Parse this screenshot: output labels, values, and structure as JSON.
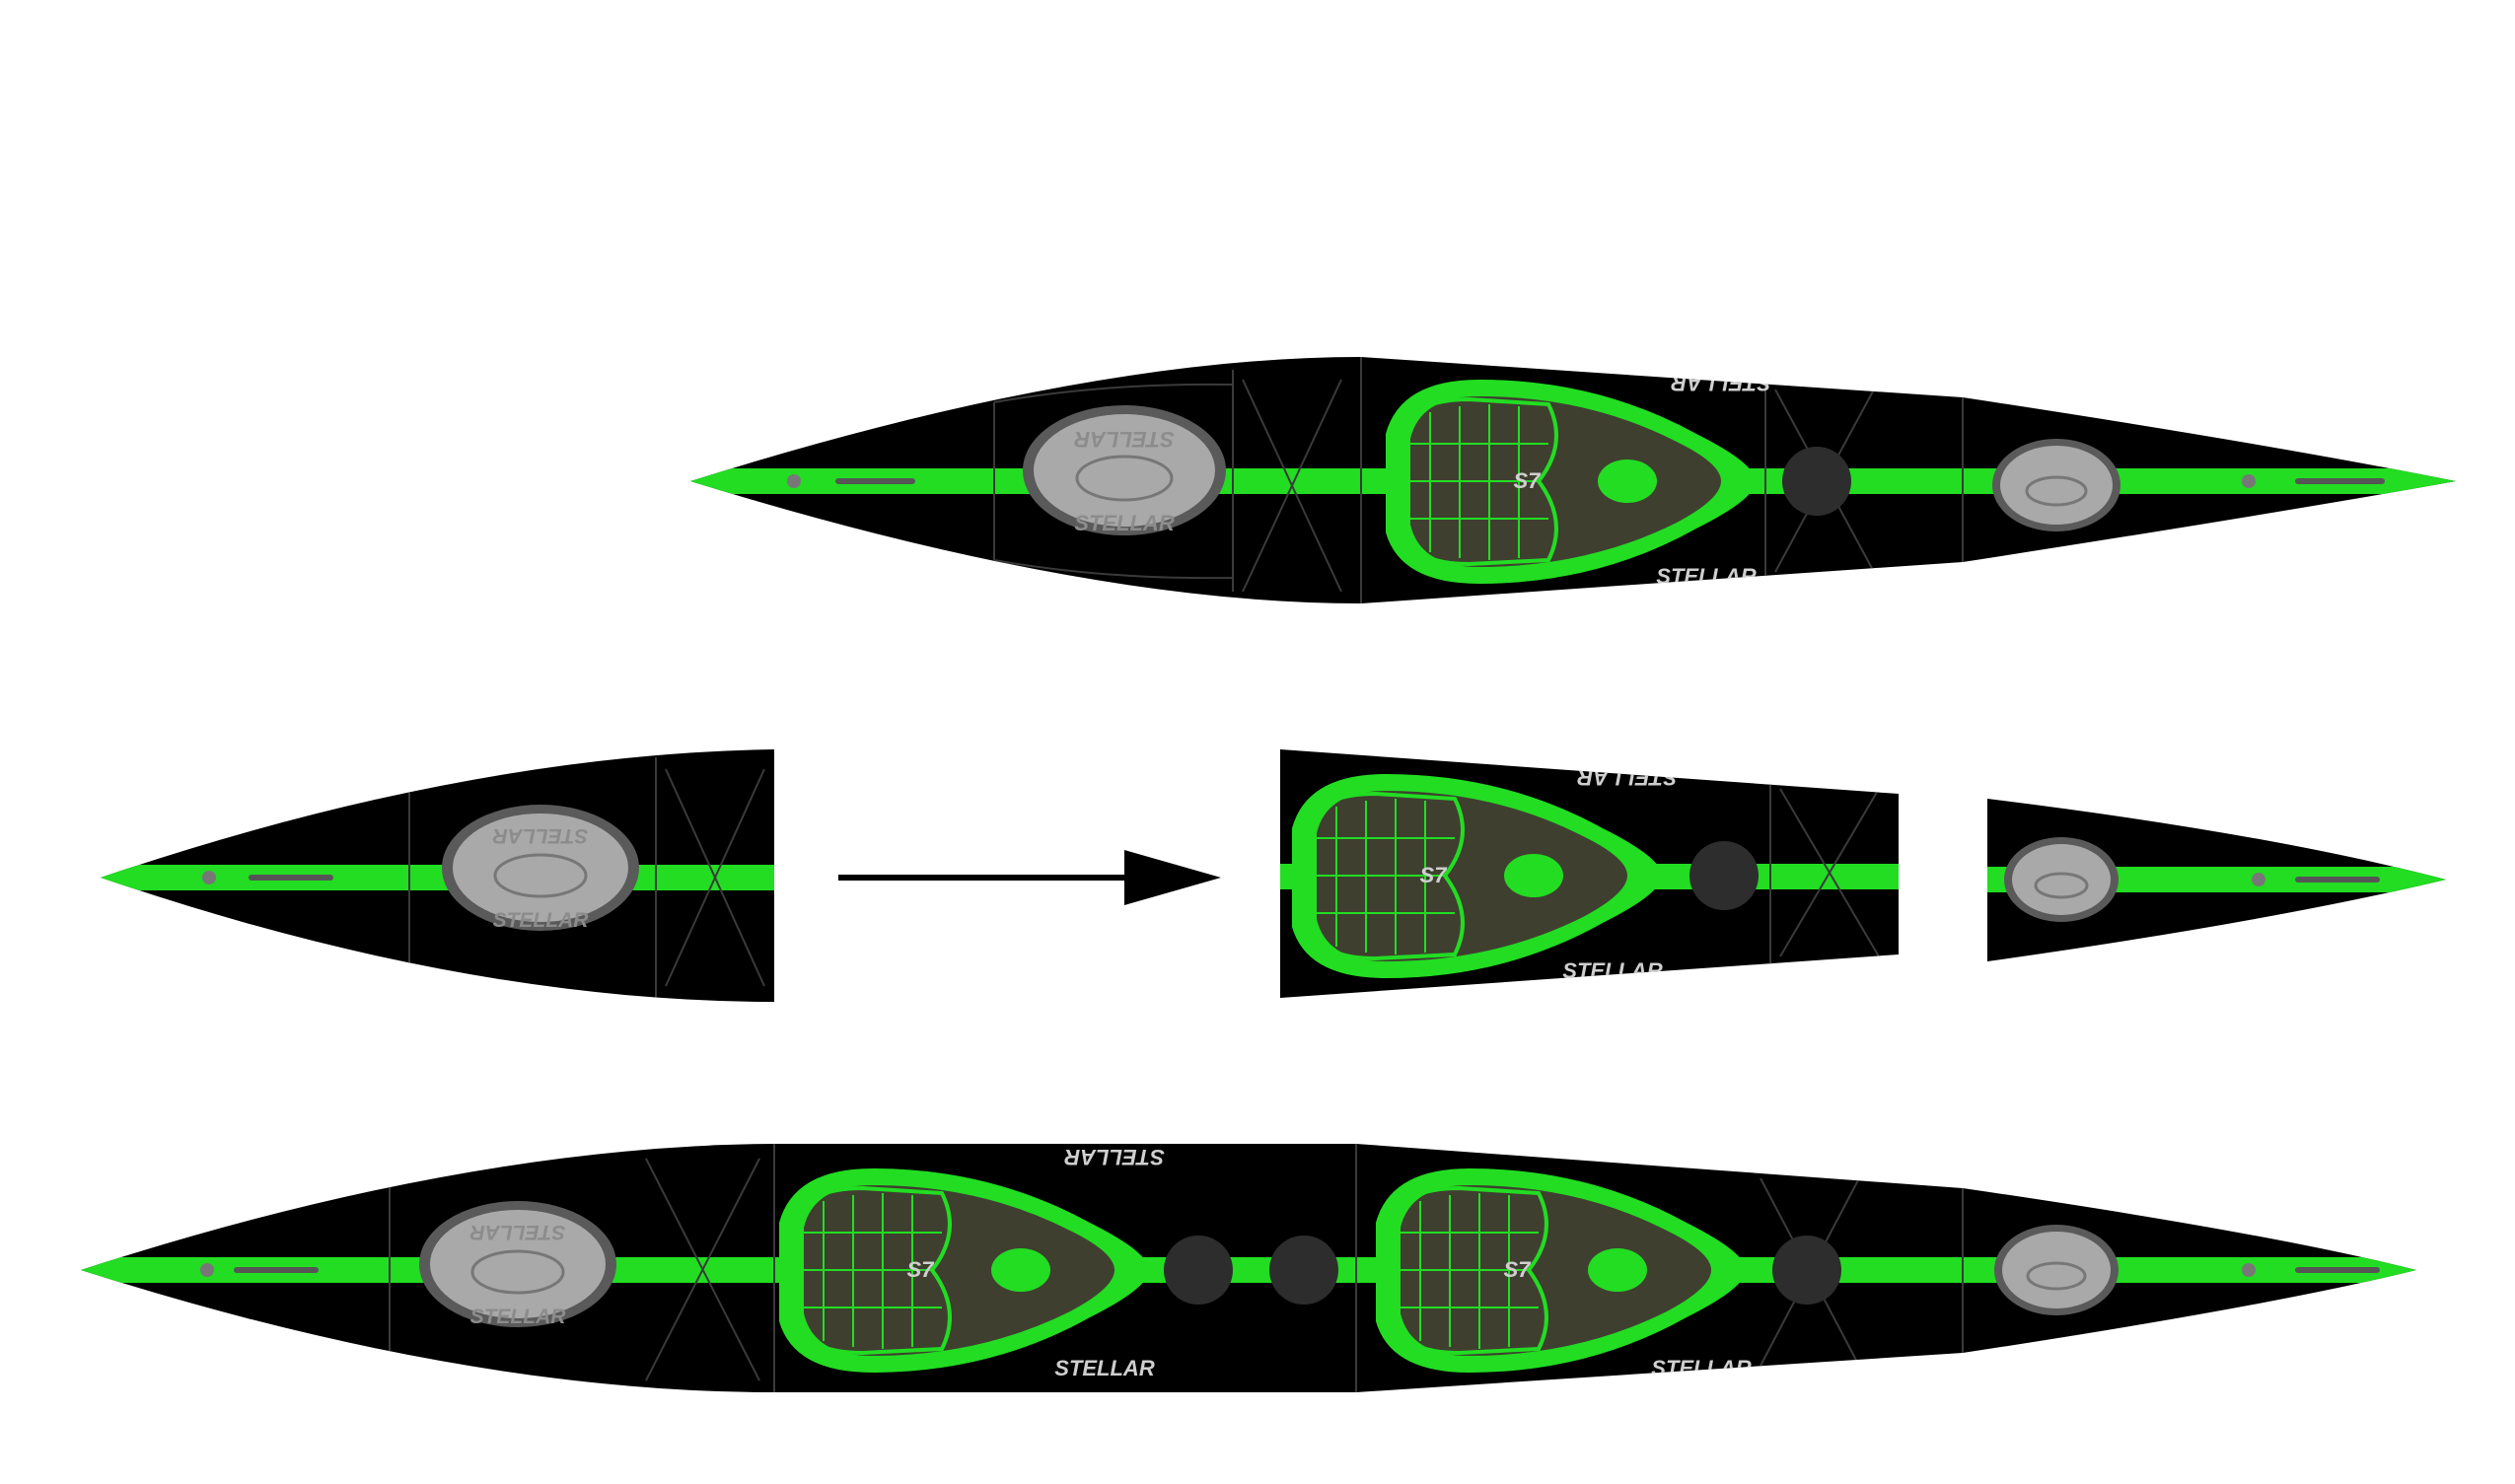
{
  "brand": {
    "logo_text": "STELLAR",
    "hatch_text": "STELLAR",
    "seat_mark": "S7"
  },
  "colors": {
    "hull": "#000000",
    "accent": "#22dd22",
    "cockpit_floor": "#3f3f30",
    "hatch_cover": "#a9a9a9",
    "hatch_rim": "#5a5a5a",
    "arrow": "#000000",
    "deck_lines": "#3a3a3a"
  },
  "diagram": {
    "top": "single-kayak-assembled",
    "middle": [
      "bow-section",
      "arrow-right",
      "cockpit-section",
      "stern-section"
    ],
    "bottom": "tandem-kayak-assembled"
  }
}
